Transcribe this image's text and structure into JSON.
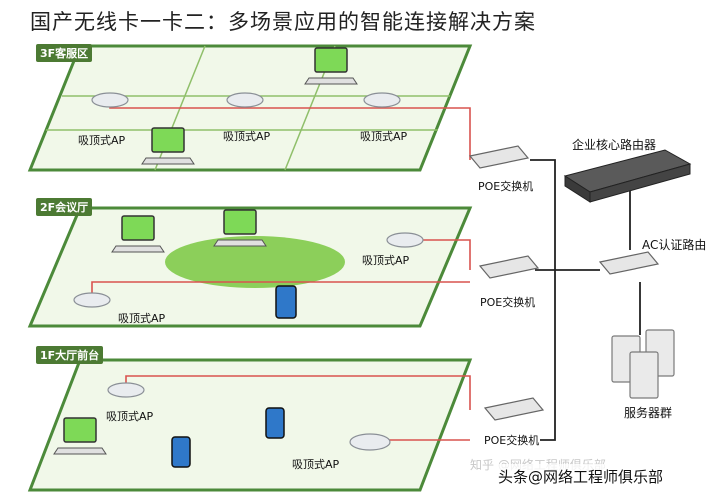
{
  "title": "国产无线卡一卡二：多场景应用的智能连接解决方案",
  "floors": {
    "top": "3F客服区",
    "middle": "2F会议厅",
    "bottom": "1F大厅前台"
  },
  "labels": {
    "ap": "吸顶式AP",
    "poe_switch": "POE交换机",
    "core_router": "企业核心路由器",
    "ac_router": "AC认证路由",
    "servers": "服务器群"
  },
  "watermark": "知乎 @网络工程师俱乐部",
  "footer": "头条@网络工程师俱乐部",
  "colors": {
    "floor_fill": "#f0f8e8",
    "floor_edge": "#4c8a3a",
    "grid_line": "#8fbf6a",
    "meeting_ellipse": "#8ccf5a",
    "cable_red": "#d9534f",
    "cable_dark": "#222222"
  }
}
